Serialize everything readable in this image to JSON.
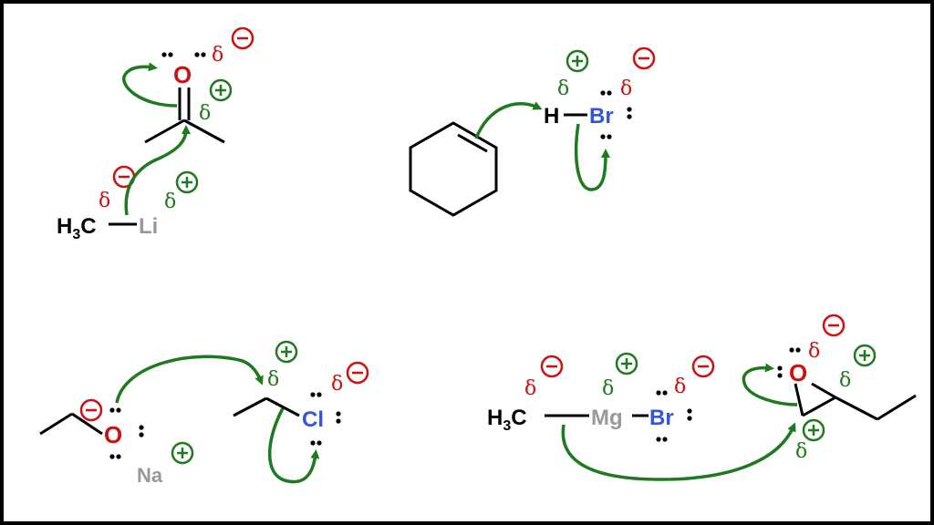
{
  "diagram": {
    "colors": {
      "bond": "#000000",
      "arrow": "#1f7a1f",
      "oxygen": "#cc1111",
      "bromine": "#3355dd",
      "metal": "#999999",
      "partial_negative": "#cc1111",
      "partial_positive": "#1f7a1f"
    },
    "symbols": {
      "delta": "δ",
      "minus": "−",
      "plus": "+"
    },
    "reactions": [
      {
        "atoms": {
          "oxygen": "O",
          "carbon_h3": "H",
          "carbon_c": "C",
          "sub3": "3",
          "lithium": "Li"
        }
      },
      {
        "atoms": {
          "hydrogen": "H",
          "bromine": "Br"
        }
      },
      {
        "atoms": {
          "oxygen": "O",
          "sodium": "Na",
          "chlorine": "Cl"
        }
      },
      {
        "atoms": {
          "carbon_h3": "H",
          "sub3": "3",
          "carbon_c": "C",
          "magnesium": "Mg",
          "bromine": "Br",
          "oxygen": "O"
        }
      }
    ]
  }
}
